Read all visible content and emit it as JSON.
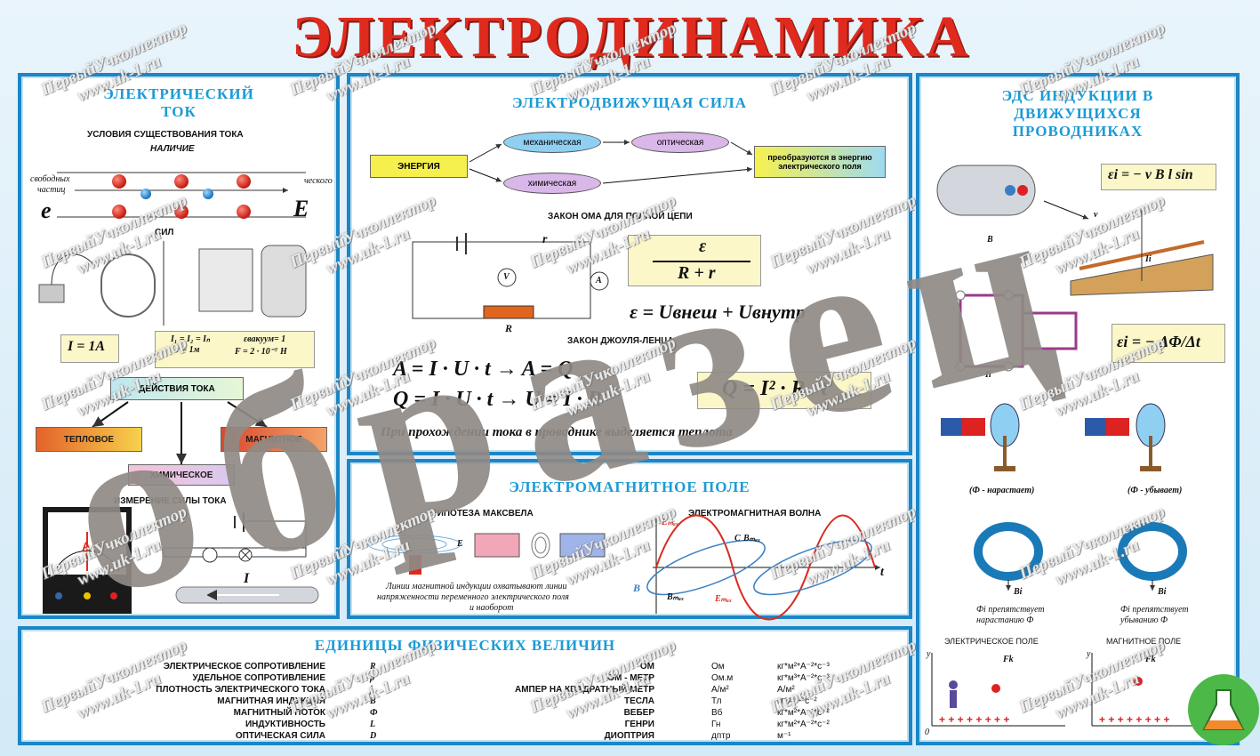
{
  "title": "ЭЛЕКТРОДИНАМИКА",
  "watermark": {
    "big": "образец",
    "brand": "ПервыйУчколлектор",
    "site": "www.uk-1.ru"
  },
  "current": {
    "title_line1": "ЭЛЕКТРИЧЕСКИЙ",
    "title_line2": "ТОК",
    "conditions": "УСЛОВИЯ СУЩЕСТВОВАНИЯ ТОКА",
    "presence": "НАЛИЧИЕ",
    "free_line1": "свободных",
    "free_line2": "частиц",
    "electric_part": "ческого",
    "e_left": "e",
    "e_right": "E",
    "sila": "СИЛ",
    "formula_i": "I = 1A",
    "formula_series": "I₁ = I₂ = Iₙ",
    "formula_r": "r = 1м",
    "formula_f": "F = 2 · 10⁻⁷ Н",
    "formula_eps": "εвакуум= 1",
    "actions": "ДЕЙСТВИЯ ТОКА",
    "thermal": "ТЕПЛОВОЕ",
    "magnetic": "МАГНИТНОЕ",
    "chemical": "ХИМИЧЕСКОЕ",
    "measure": "ИЗМЕРЕНИЕ СИЛЫ ТОКА",
    "ammeter_letter": "A",
    "current_letter": "I"
  },
  "emf": {
    "title": "ЭЛЕКТРОДВИЖУЩАЯ СИЛА",
    "energy": "ЭНЕРГИЯ",
    "mech": "механическая",
    "opt": "оптическая",
    "chem": "химическая",
    "transform_line1": "преобразуются в энергию",
    "transform_line2": "электрического поля",
    "ohm_law": "ЗАКОН ОМА ДЛЯ ПОЛНОЙ ЦЕПИ",
    "r_label": "r",
    "R_label": "R",
    "V_label": "V",
    "A_label": "A",
    "frac_num": "ε",
    "frac_den": "R + r",
    "emf_sum": "ε = Uвнеш + Uвнутр",
    "joule": "ЗАКОН ДЖОУЛЯ-ЛЕНЦА",
    "work_eq": "A = I · U · t → A = Q",
    "heat_eq": "Q = I · U · t → U = I · R",
    "heat_result": "Q = I² · R · t",
    "conclusion": "При прохождении тока в проводнике выделяется теплота"
  },
  "em_field": {
    "title": "ЭЛЕКТРОМАГНИТНОЕ ПОЛЕ",
    "maxwell": "ГИПОТЕЗА МАКСВЕЛА",
    "wave": "ЭЛЕКТРОМАГНИТНАЯ ВОЛНА",
    "caption_line1": "Линии магнитной индукции охватывают линии",
    "caption_line2": "напряженности переменного электрического поля",
    "caption_line3": "и наоборот",
    "e_max": "Eₘₐₓ",
    "b_max": "Bₘₐₓ",
    "c_label": "C",
    "t_label": "t",
    "b_label": "B",
    "e_label": "E"
  },
  "induction": {
    "title_line1": "ЭДС ИНДУКЦИИ В",
    "title_line2": "ДВИЖУЩИХСЯ",
    "title_line3": "ПРОВОДНИКАХ",
    "formula1": "εi = − v B l sin",
    "formula2": "εi = − ΔΦ/Δt",
    "v_label": "v",
    "b_label": "B",
    "i_label": "Ii",
    "grow": "(Ф - нарастает)",
    "fall": "(Ф - убывает)",
    "fi_prevents_grow_line1": "Фi препятствует",
    "fi_prevents_grow_line2": "нарастанию Ф",
    "fi_prevents_fall_line1": "Фi препятствует",
    "fi_prevents_fall_line2": "убыванию Ф",
    "bi_label": "Bi",
    "elec_field": "ЭЛЕКТРИЧЕСКОЕ ПОЛЕ",
    "mag_field": "МАГНИТНОЕ ПОЛЕ",
    "fk_label": "Fk",
    "plus_row": "+ + + + + + + +",
    "y_label": "y",
    "zero": "0"
  },
  "units": {
    "title": "ЕДИНИЦЫ ФИЗИЧЕСКИХ ВЕЛИЧИН",
    "rows": [
      {
        "quantity": "ЭЛЕКТРИЧЕСКОЕ СОПРОТИВЛЕНИЕ",
        "symbol": "R",
        "unit": "ОМ",
        "abbr": "Ом",
        "si": "кг*м²*А⁻²*с⁻³"
      },
      {
        "quantity": "УДЕЛЬНОЕ СОПРОТИВЛЕНИЕ",
        "symbol": "ρ",
        "unit": "ОМ - МЕТР",
        "abbr": "Ом.м",
        "si": "кг*м³*А⁻²*с⁻³"
      },
      {
        "quantity": "ПЛОТНОСТЬ ЭЛЕКТРИЧЕСКОГО ТОКА",
        "symbol": "j",
        "unit": "АМПЕР НА КВАДРАТНЫЙ МЕТР",
        "abbr": "А/м²",
        "si": "А/м²"
      },
      {
        "quantity": "МАГНИТНАЯ ИНДУКЦИЯ",
        "symbol": "B",
        "unit": "ТЕСЛА",
        "abbr": "Тл",
        "si": "кг*А⁻¹*с⁻²"
      },
      {
        "quantity": "МАГНИТНЫЙ ПОТОК",
        "symbol": "Ф",
        "unit": "ВЕБЕР",
        "abbr": "Вб",
        "si": "кг*м²*А⁻¹*с⁻²"
      },
      {
        "quantity": "ИНДУКТИВНОСТЬ",
        "symbol": "L",
        "unit": "ГЕНРИ",
        "abbr": "Гн",
        "si": "кг*м²*А⁻²*с⁻²"
      },
      {
        "quantity": "ОПТИЧЕСКАЯ СИЛА",
        "symbol": "D",
        "unit": "ДИОПТРИЯ",
        "abbr": "дптр",
        "si": "м⁻¹"
      }
    ]
  },
  "colors": {
    "frame": "#1c86c6",
    "title": "#e02a1e",
    "panel_title": "#1a9bd6",
    "watermark_big": "#8f8a85"
  }
}
